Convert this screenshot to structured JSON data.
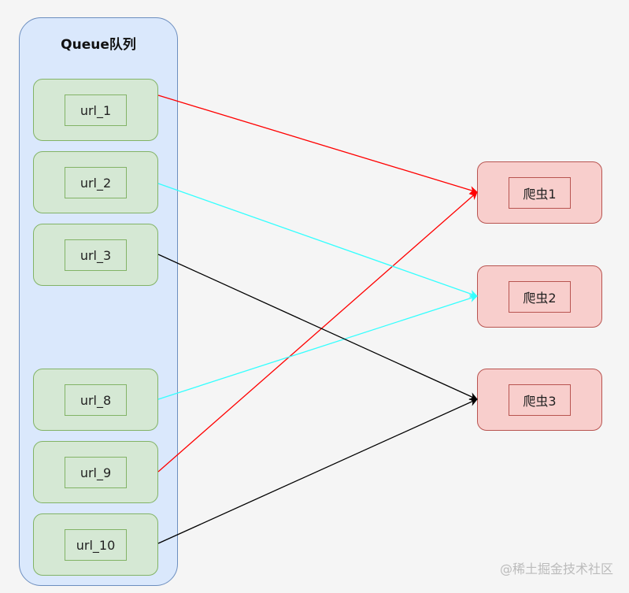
{
  "queue": {
    "title": "Queue队列",
    "items": [
      {
        "label": "url_1"
      },
      {
        "label": "url_2"
      },
      {
        "label": "url_3"
      },
      {
        "label": "url_8"
      },
      {
        "label": "url_9"
      },
      {
        "label": "url_10"
      }
    ]
  },
  "crawlers": [
    {
      "label": "爬虫1"
    },
    {
      "label": "爬虫2"
    },
    {
      "label": "爬虫3"
    }
  ],
  "edges": [
    {
      "from": "url_1",
      "to": "爬虫1",
      "color": "#ff0000"
    },
    {
      "from": "url_9",
      "to": "爬虫1",
      "color": "#ff0000"
    },
    {
      "from": "url_2",
      "to": "爬虫2",
      "color": "#33ffff"
    },
    {
      "from": "url_8",
      "to": "爬虫2",
      "color": "#33ffff"
    },
    {
      "from": "url_3",
      "to": "爬虫3",
      "color": "#000000"
    },
    {
      "from": "url_10",
      "to": "爬虫3",
      "color": "#000000"
    }
  ],
  "watermark": "@稀土掘金技术社区"
}
